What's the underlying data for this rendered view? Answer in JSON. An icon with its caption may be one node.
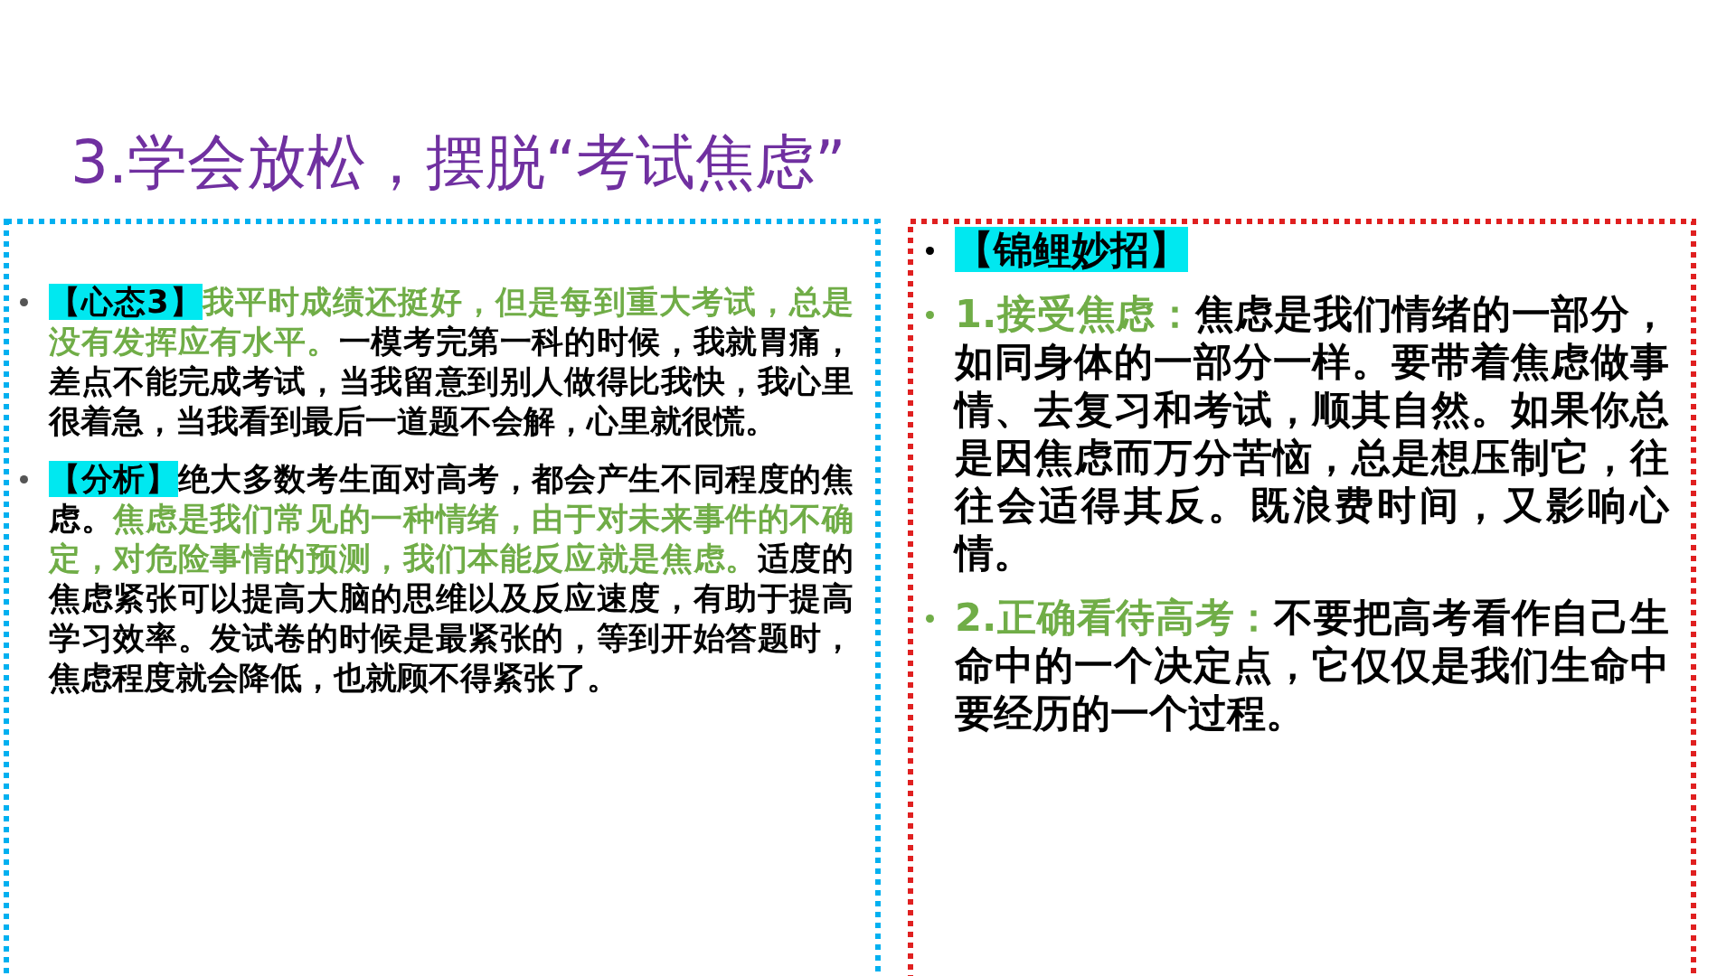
{
  "diagram": {
    "title": "3.学会放松，摆脱“考试焦虑”",
    "nodes": [
      {
        "text": [
          "【心态3】",
          "我平时成绩还挺好，但是每到重大考试，总是没有发挥应有水平。",
          "一模考完第一科的时候，我就胃痛，差点不能完成考试，当我留意到别人做得比我快，我心里很着急，当我看到最后一道题不会解，心里就很慌。",
          "【分析】",
          "绝大多数考生面对高考，都会产生不同程度的焦虑。",
          "焦虑是我们常见的一种情绪，由于对未来事件的不确定，对危险事情的预测，我们本能反应就是焦虑。",
          "适度的焦虑紧张可以提高大脑的思维以及反应速度，有助于提高学习效率。发试卷的时候是最紧张的，等到开始答题时，焦虑程度就会降低，也就顾不得紧张了。"
        ]
      },
      {
        "text": [
          "【锦鲤妙招】",
          "1.接受焦虑：",
          "焦虑是我们情绪的一部分，如同身体的一部分一样。要带着焦虑做事情、去复习和考试，顺其自然。如果你总是因焦虑而万分苦恼，总是想压制它，往往会适得其反。既浪费时间，又影响心情。",
          "2.正确看待高考：",
          "不要把高考看作自己生命中的一个决定点，它仅仅是我们生命中要经历的一个过程。"
        ]
      }
    ]
  }
}
